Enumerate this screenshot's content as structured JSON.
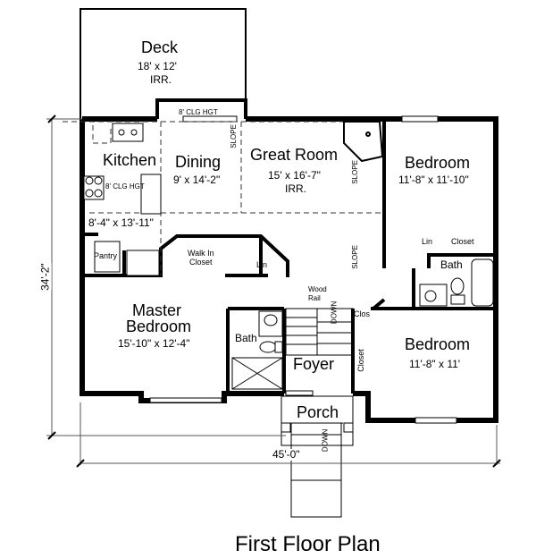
{
  "plan": {
    "title": "First Floor Plan",
    "overall_width": "45'-0\"",
    "overall_depth": "34'-2\""
  },
  "rooms": {
    "deck": {
      "name": "Deck",
      "size": "18' x 12'",
      "note": "IRR."
    },
    "kitchen": {
      "name": "Kitchen",
      "size": "8'-4\" x 13'-11\"",
      "ceiling": "8' CLG HGT"
    },
    "dining": {
      "name": "Dining",
      "size": "9' x 14'-2\""
    },
    "great_room": {
      "name": "Great Room",
      "size": "15' x 16'-7\"",
      "note": "IRR."
    },
    "bedroom_upper": {
      "name": "Bedroom",
      "size": "11'-8\" x 11'-10\""
    },
    "bedroom_lower": {
      "name": "Bedroom",
      "size": "11'-8\" x 11'"
    },
    "master": {
      "name_line1": "Master",
      "name_line2": "Bedroom",
      "size": "15'-10\" x 12'-4\""
    },
    "foyer": {
      "name": "Foyer"
    },
    "porch": {
      "name": "Porch"
    }
  },
  "labels": {
    "clg_hgt_top": "8' CLG HGT",
    "pantry": "Pantry",
    "walk_in_closet_1": "Walk In",
    "walk_in_closet_2": "Closet",
    "lin_master": "Lin",
    "lin_bath": "Lin",
    "closet_upper": "Closet",
    "bath_right": "Bath",
    "bath_master": "Bath",
    "clos": "Clos",
    "closet_foyer": "Closet",
    "wood_rail_1": "Wood",
    "wood_rail_2": "Rail",
    "down_stair": "DOWN",
    "down_porch": "DOWN",
    "slope_dining": "SLOPE",
    "slope_great_1": "SLOPE",
    "slope_great_2": "SLOPE"
  }
}
